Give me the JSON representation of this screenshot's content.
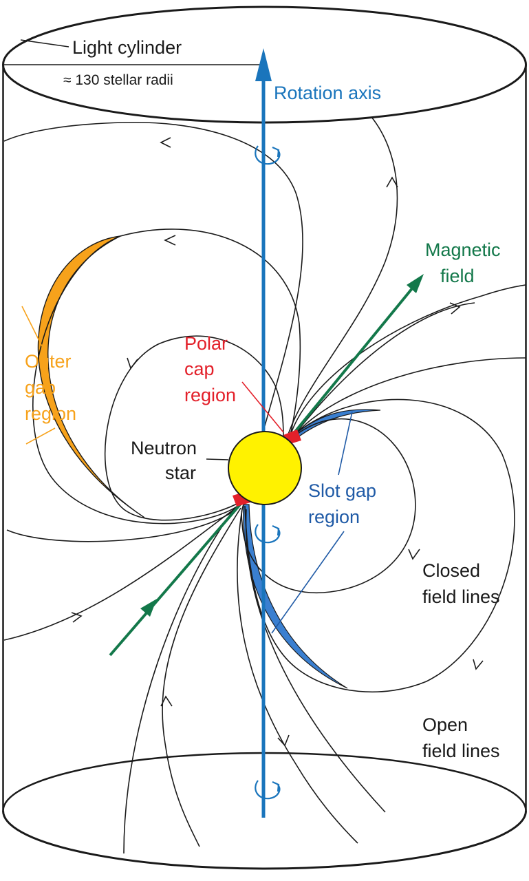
{
  "labels": {
    "light_cylinder": "Light cylinder",
    "stellar_radii": "≈ 130 stellar radii",
    "rotation_axis": "Rotation axis",
    "magnetic_field_1": "Magnetic",
    "magnetic_field_2": "field",
    "outer_gap_1": "Outer",
    "outer_gap_2": "gap",
    "outer_gap_3": "region",
    "polar_cap_1": "Polar",
    "polar_cap_2": "cap",
    "polar_cap_3": "region",
    "neutron_star_1": "Neutron",
    "neutron_star_2": "star",
    "slot_gap_1": "Slot gap",
    "slot_gap_2": "region",
    "closed_lines_1": "Closed",
    "closed_lines_2": "field lines",
    "open_lines_1": "Open",
    "open_lines_2": "field lines"
  },
  "colors": {
    "rotation_axis": "#1a75bc",
    "magnetic_field": "#13784a",
    "outer_gap": "#f7a21b",
    "polar_cap": "#e3202a",
    "slot_gap": "#1f5aa6",
    "slot_gap_fill": "#3a7fd0",
    "neutron_star": "#fff200",
    "lines": "#1a1a1a"
  }
}
